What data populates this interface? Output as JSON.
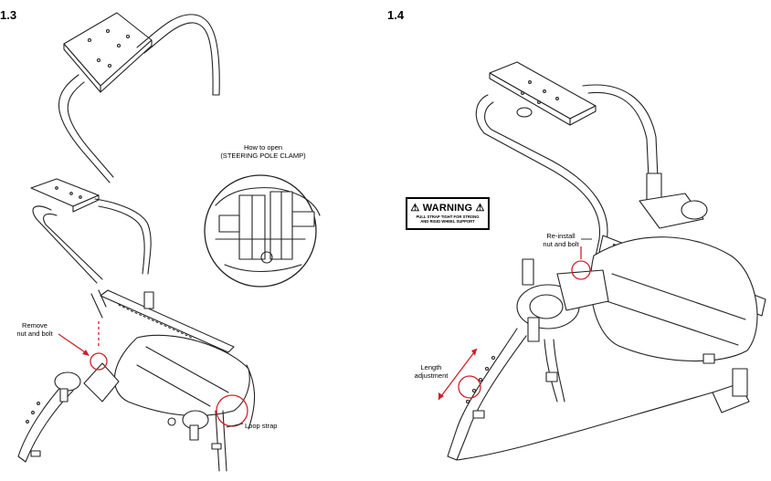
{
  "left_panel": {
    "step_number": "1.3",
    "callout_title": "How to open",
    "callout_subtitle": "(STEERING POLE CLAMP)",
    "remove_label_line1": "Remove",
    "remove_label_line2": "nut and bolt",
    "loop_strap_label": "Loop strap"
  },
  "right_panel": {
    "step_number": "1.4",
    "warning_icon": "warning-triangle-icon",
    "warning_title": "WARNING",
    "warning_line1": "PULL STRAP TIGHT FOR STRONG",
    "warning_line2": "AND RIGID WHEEL SUPPORT",
    "reinstall_line1": "Re-install",
    "reinstall_line2": "nut and bolt",
    "length_line1": "Length",
    "length_line2": "adjustment"
  },
  "colors": {
    "ink": "#000000",
    "callout_red": "#d11f2a",
    "background": "#ffffff"
  }
}
